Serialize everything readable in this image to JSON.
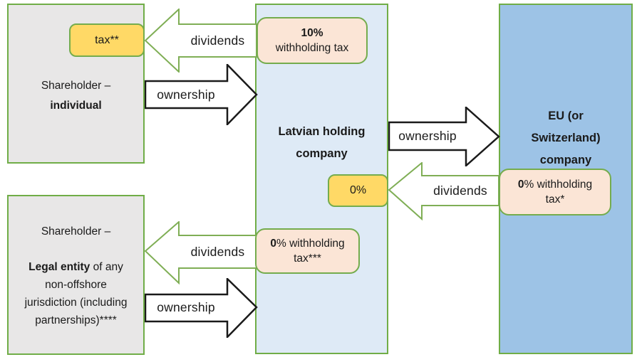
{
  "colors": {
    "box_border_green": "#70AD47",
    "arrow_green": "#7FAE55",
    "arrow_black": "#1a1a1a",
    "gray_box": "#E8E7E7",
    "light_blue_box": "#DEEAF6",
    "blue_box": "#9DC3E6",
    "yellow_badge": "#FFD966",
    "peach_badge": "#FBE5D6"
  },
  "boxes": {
    "shareholder_individual": {
      "line1": "Shareholder –",
      "line2": "individual"
    },
    "latvian_holding": {
      "line1": "Latvian holding",
      "line2": "company"
    },
    "eu_company": {
      "line1": "EU (or",
      "line2": "Switzerland)",
      "line3": "company"
    },
    "shareholder_legal": {
      "line1": "Shareholder –",
      "line2_bold": "Legal entity",
      "line2_rest": " of any",
      "line3": "non-offshore",
      "line4": "jurisdiction (including",
      "line5": "partnerships)****"
    }
  },
  "badges": {
    "tax_individual": "tax**",
    "zero_pct": "0%",
    "wt_10": {
      "line1": "10%",
      "line2": "withholding tax"
    },
    "wt_0_eu": {
      "bold": "0",
      "rest": "% withholding",
      "line2": "tax*"
    },
    "wt_0_legal": {
      "bold": "0",
      "rest": "% withholding",
      "line2": "tax***"
    }
  },
  "arrows": {
    "top_dividends": "dividends",
    "top_ownership": "ownership",
    "mid_ownership": "ownership",
    "mid_dividends": "dividends",
    "bottom_dividends": "dividends",
    "bottom_ownership": "ownership"
  }
}
